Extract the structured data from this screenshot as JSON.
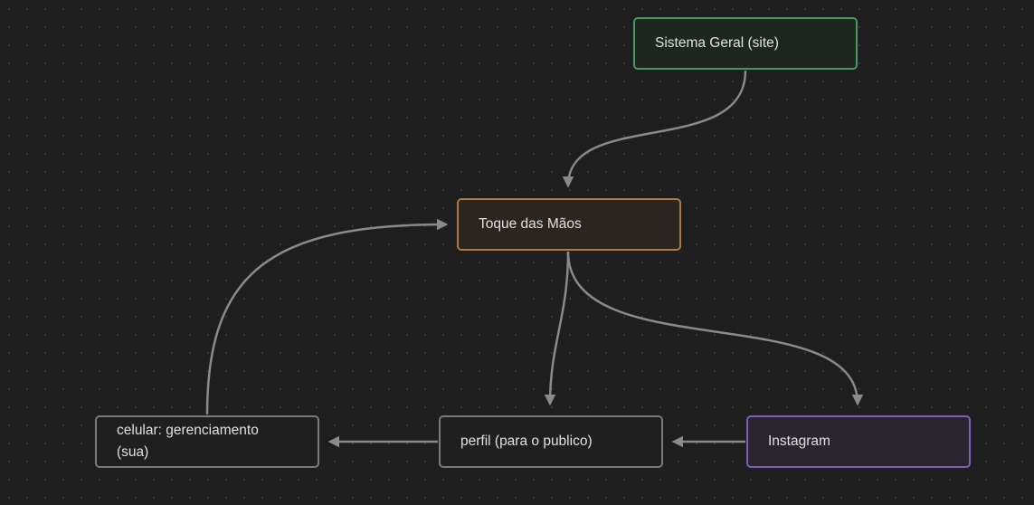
{
  "diagram": {
    "colors": {
      "background": "#1e1e1e",
      "edge": "#8a8a8a",
      "green": "#3f9a5b",
      "orange": "#b07a38",
      "purple": "#7b5fb8",
      "gray": "#7a7a7a"
    },
    "nodes": {
      "sistema": {
        "label": "Sistema Geral (site)",
        "color": "green"
      },
      "toque": {
        "label": "Toque das Mãos",
        "color": "orange"
      },
      "celular": {
        "label": "celular: gerenciamento (sua)",
        "color": "gray"
      },
      "perfil": {
        "label": "perfil (para o publico)",
        "color": "gray"
      },
      "instagram": {
        "label": "Instagram",
        "color": "purple"
      }
    },
    "edges": [
      {
        "from": "sistema",
        "to": "toque"
      },
      {
        "from": "toque",
        "to": "perfil"
      },
      {
        "from": "toque",
        "to": "instagram"
      },
      {
        "from": "instagram",
        "to": "perfil"
      },
      {
        "from": "perfil",
        "to": "celular"
      },
      {
        "from": "celular",
        "to": "toque"
      }
    ]
  }
}
